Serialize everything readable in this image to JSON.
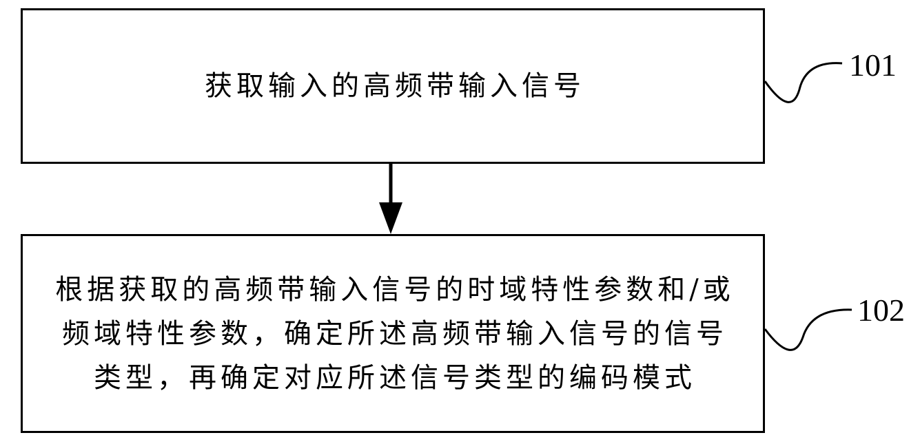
{
  "steps": [
    {
      "ref": "101",
      "lines": [
        "获取输入的高频带输入信号"
      ]
    },
    {
      "ref": "102",
      "lines": [
        "根据获取的高频带输入信号的时域特性参数和/或",
        "频域特性参数，确定所述高频带输入信号的信号",
        "类型，再确定对应所述信号类型的编码模式"
      ]
    }
  ],
  "colors": {
    "stroke": "#000000",
    "background": "#ffffff"
  }
}
